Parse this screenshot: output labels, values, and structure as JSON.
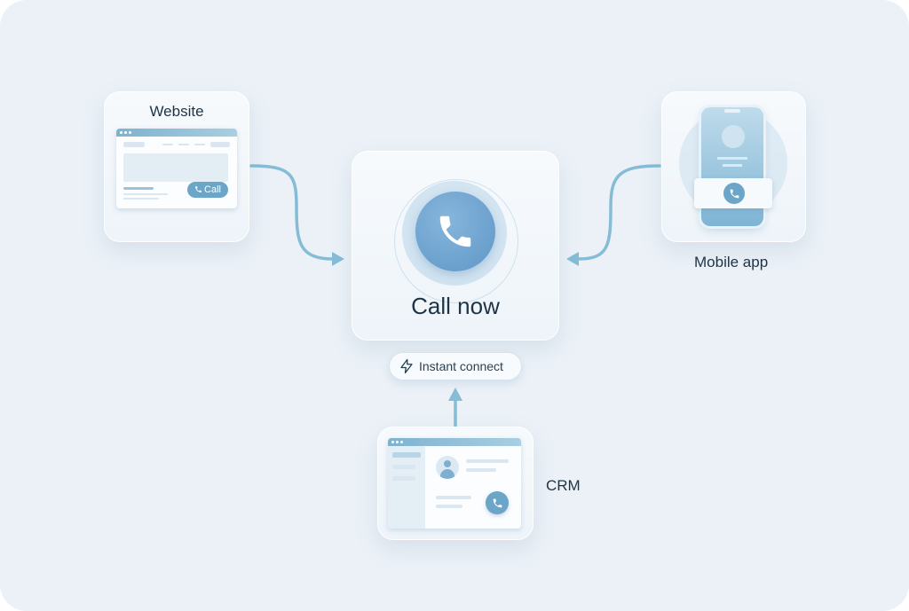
{
  "nodes": {
    "website": {
      "title": "Website",
      "button_label": "Call"
    },
    "center": {
      "title": "Call now"
    },
    "badge": {
      "label": "Instant connect"
    },
    "mobile": {
      "label": "Mobile app"
    },
    "crm": {
      "label": "CRM"
    }
  },
  "icons": {
    "phone": "phone-icon",
    "lightning": "lightning-icon",
    "user": "user-icon"
  },
  "colors": {
    "background": "#ebf1f7",
    "card": "#f3f7fb",
    "accent": "#6ba5c8",
    "arrow": "#85bcd6",
    "text": "#1e3344"
  }
}
